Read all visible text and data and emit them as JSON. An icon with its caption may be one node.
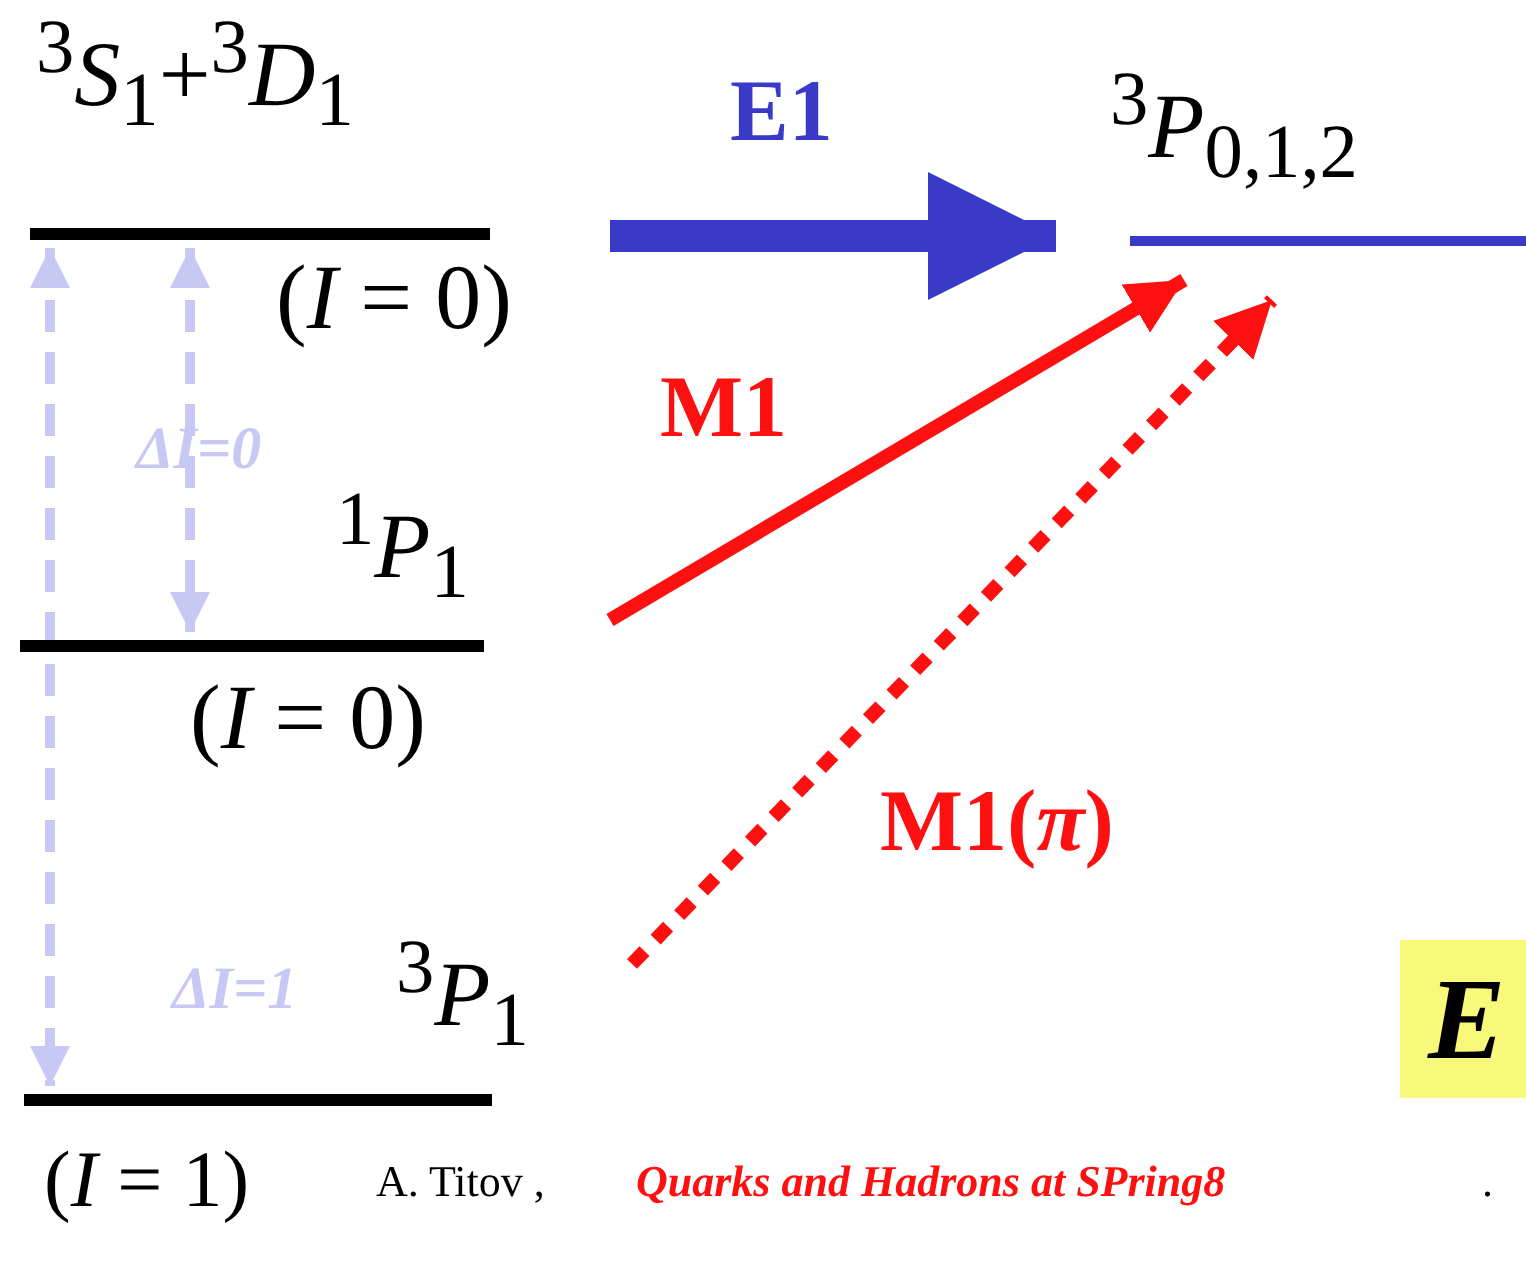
{
  "diagram": {
    "nodes": [
      {
        "text": [
          "$^{3}$*S*$_{1}$+$^{3}$*D*$_{1}$",
          "(*I* = 0)"
        ]
      },
      {
        "text": [
          "$^{3}$*P*$_{0,1,2}$"
        ]
      },
      {
        "text": [
          "$^{1}$*P*$_{1}$",
          "(*I* = 0)"
        ]
      },
      {
        "text": [
          "$^{3}$*P*$_{1}$",
          "(*I* = 1)"
        ]
      }
    ],
    "edges": [
      {
        "from": 0,
        "to": 1,
        "arrow": "to",
        "label": "E1",
        "style": "thick",
        "color": "#3a3ac8"
      },
      {
        "from": 2,
        "to": 1,
        "arrow": "to",
        "label": "M1",
        "color": "#ff1010"
      },
      {
        "from": 3,
        "to": 1,
        "arrow": "to",
        "label": "M1(*π*)",
        "style": "dashed",
        "color": "#ff1010"
      },
      {
        "from": 0,
        "to": 2,
        "arrow": "both",
        "label": "ΔI=0",
        "style": "dashed",
        "color": "#c8c8f5"
      },
      {
        "from": 0,
        "to": 3,
        "arrow": "both",
        "label": "ΔI=1",
        "style": "dashed",
        "color": "#c8c8f5"
      }
    ],
    "labels": [
      "E",
      "A. Titov ,",
      "Quarks and Hadrons at SPring8",
      "."
    ]
  }
}
